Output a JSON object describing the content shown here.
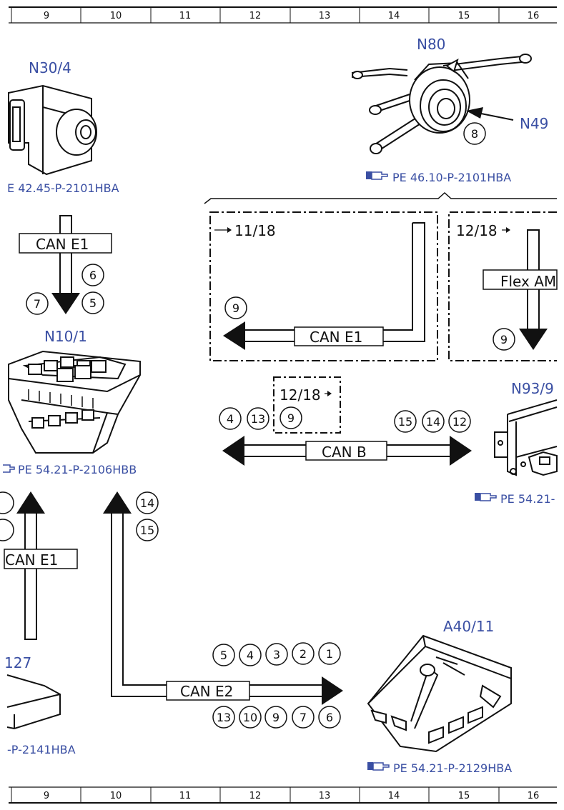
{
  "column_numbers": [
    "9",
    "10",
    "11",
    "12",
    "13",
    "14",
    "15",
    "16"
  ],
  "components": {
    "n30_4": {
      "label": "N30/4",
      "ref": "E 42.45-P-2101HBA"
    },
    "n80": {
      "label": "N80",
      "ref": "PE 46.10-P-2101HBA"
    },
    "n49": {
      "label": "N49"
    },
    "n10_1": {
      "label": "N10/1",
      "ref": "PE 54.21-P-2106HBB"
    },
    "n93_9": {
      "label": "N93/9",
      "ref": "PE 54.21-"
    },
    "x127": {
      "label": "127",
      "ref": "-P-2141HBA"
    },
    "a40_11": {
      "label": "A40/11",
      "ref": "PE 54.21-P-2129HBA"
    }
  },
  "buses": {
    "can_e1_top": "CAN E1",
    "can_e1_box": "CAN E1",
    "flex": "Flex AM",
    "can_b": "CAN B",
    "can_e1_bottom": "CAN E1",
    "can_e2": "CAN E2"
  },
  "references": {
    "box_left": "11/18",
    "box_right": "12/18",
    "box_small": "12/18"
  },
  "circles": {
    "n80_8": "8",
    "top_6": "6",
    "top_7": "7",
    "top_5": "5",
    "box_9": "9",
    "flex_9": "9",
    "canb_4": "4",
    "canb_13": "13",
    "canb_9": "9",
    "canb_15": "15",
    "canb_14": "14",
    "canb_12": "12",
    "mid_14": "14",
    "mid_15": "15",
    "e2_5": "5",
    "e2_4": "4",
    "e2_3": "3",
    "e2_2": "2",
    "e2_1": "1",
    "e2_13": "13",
    "e2_10": "10",
    "e2_9": "9",
    "e2_7": "7",
    "e2_6": "6"
  },
  "colors": {
    "label_blue": "#3a4fa3",
    "line": "#111111"
  }
}
